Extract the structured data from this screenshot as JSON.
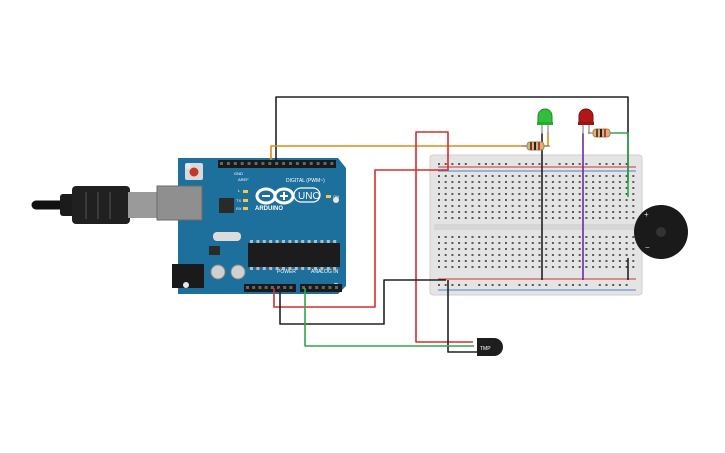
{
  "arduino": {
    "brand": "ARDUINO",
    "model": "UNO",
    "digital_label": "DIGITAL (PWM~)",
    "power_label": "POWER",
    "analog_label": "ANALOG IN",
    "on_label": "ON",
    "l_label": "L",
    "tx_label": "TX",
    "rx_label": "RX",
    "gnd_label": "GND",
    "aref_label": "AREF"
  },
  "sensor": {
    "label": "TMP"
  },
  "colors": {
    "board": "#1d6f9c",
    "breadboard": "#e6e6e6",
    "wire_black": "#222222",
    "wire_red": "#d32f2f",
    "wire_orange": "#e08a16",
    "wire_green": "#2ea84a",
    "wire_purple": "#6a2aa8",
    "led_green": "#2fbf3a",
    "led_red": "#b01818",
    "buzzer": "#1a1a1a"
  }
}
